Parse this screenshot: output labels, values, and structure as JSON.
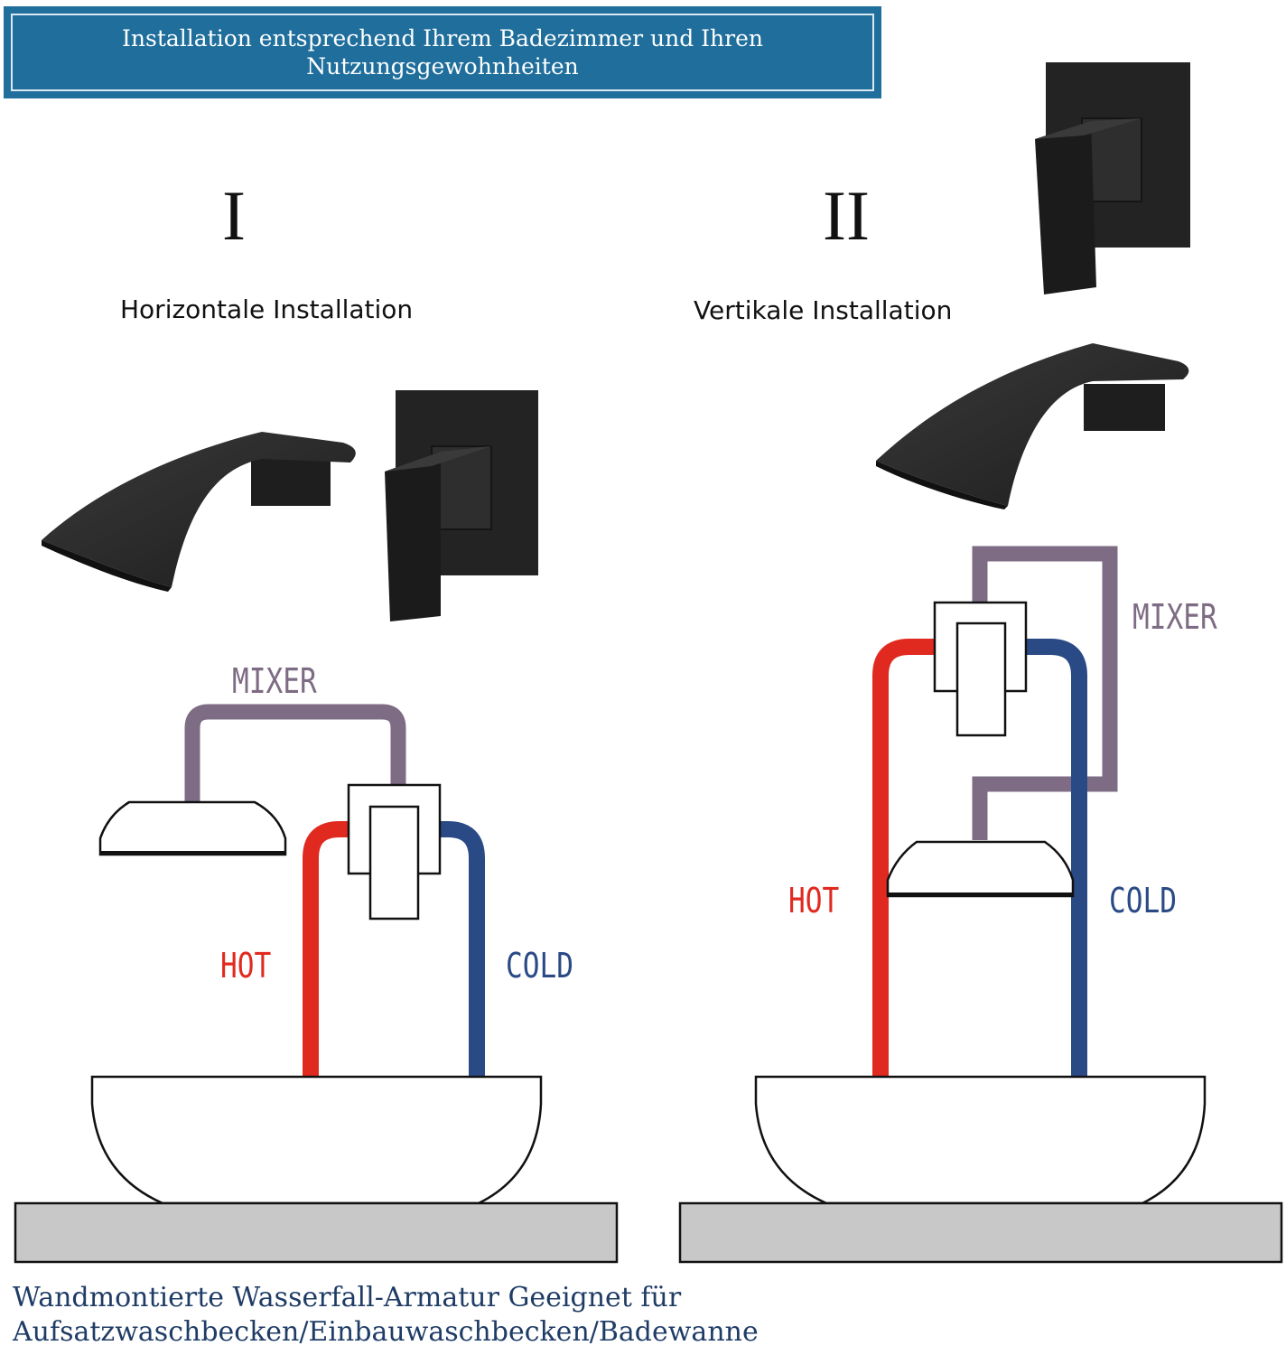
{
  "header": {
    "line1": "Installation entsprechend Ihrem Badezimmer und Ihren",
    "line2": "Nutzungsgewohnheiten"
  },
  "left": {
    "numeral": "I",
    "label": "Horizontale Installation",
    "mixer": "MIXER",
    "hot": "HOT",
    "cold": "COLD"
  },
  "right": {
    "numeral": "II",
    "label": "Vertikale Installation",
    "mixer": "MIXER",
    "hot": "HOT",
    "cold": "COLD"
  },
  "footer": {
    "line1": "Wandmontierte Wasserfall-Armatur Geeignet für",
    "line2": "Aufsatzwaschbecken/Einbauwaschbecken/Badewanne"
  },
  "colors": {
    "banner": "#1f6e9c",
    "hot": "#e02a20",
    "cold": "#2a4a86",
    "mixer": "#7e6c84",
    "footer_text": "#1f3c66",
    "counter": "#c8c8c8",
    "fixture": "#2a2a2a"
  }
}
